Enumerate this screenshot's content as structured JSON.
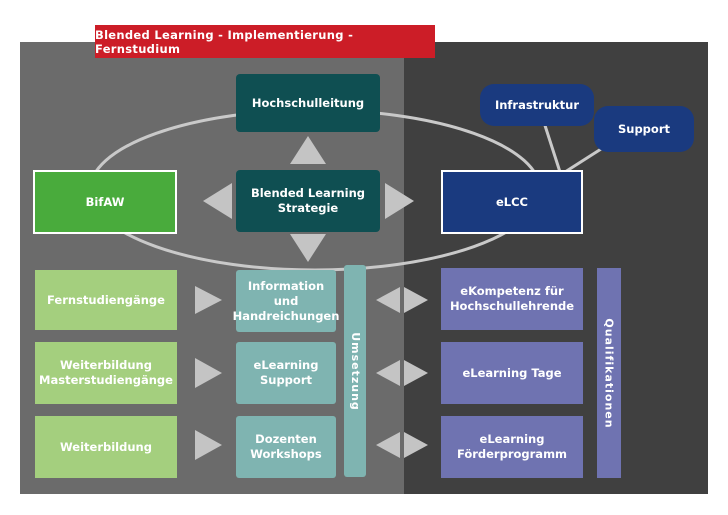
{
  "title": "Blended Learning - Implementierung - Fernstudium",
  "hochschulleitung": "Hochschulleitung",
  "strategie": "Blended Learning\nStrategie",
  "bifaw": "BifAW",
  "elcc": "eLCC",
  "infrastruktur": "Infrastruktur",
  "support_top": "Support",
  "left_column": [
    "Fernstudiengänge",
    "Weiterbildung\nMasterstudiengänge",
    "Weiterbildung"
  ],
  "middle_column": [
    "Information\nund\nHandreichungen",
    "eLearning\nSupport",
    "Dozenten\nWorkshops"
  ],
  "right_column": [
    "eKompetenz für\nHochschullehrende",
    "eLearning Tage",
    "eLearning\nFörderprogramm"
  ],
  "umsetzung": "Umsetzung",
  "qualifikationen": "Qualifikationen",
  "colors": {
    "title_red": "#cc1d27",
    "dark_teal": "#0f4f52",
    "green": "#49ab3c",
    "light_green": "#a4cf7e",
    "navy": "#1a3a7f",
    "light_teal": "#7fb4b1",
    "purple": "#6f73b1"
  }
}
